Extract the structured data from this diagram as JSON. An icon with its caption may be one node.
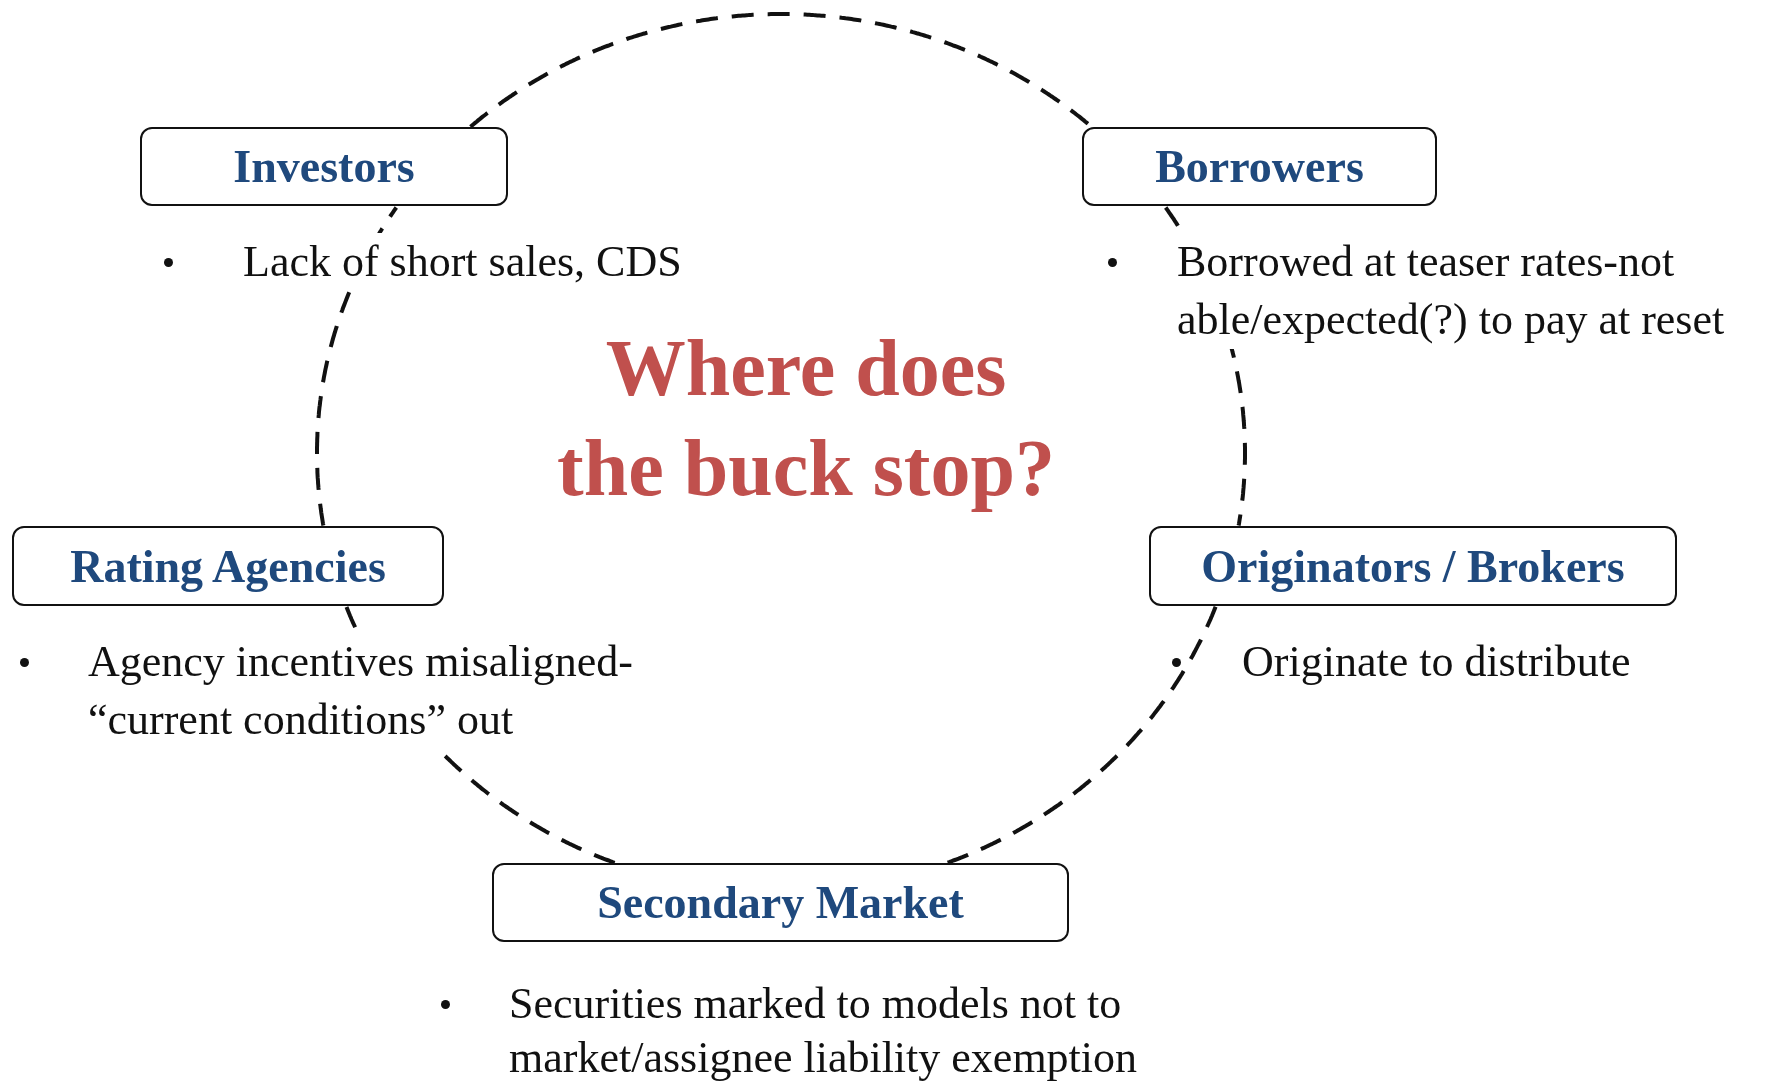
{
  "diagram": {
    "title": "Where does the buck stop?",
    "nodes": [
      {
        "text": [
          "Investors"
        ],
        "beside": [
          "Lack of short sales, CDS"
        ]
      },
      {
        "text": [
          "Borrowers"
        ],
        "beside": [
          "Borrowed at teaser rates-not able/expected(?) to pay at reset"
        ]
      },
      {
        "text": [
          "Rating Agencies"
        ],
        "beside": [
          "Agency incentives misaligned- “current conditions” out"
        ]
      },
      {
        "text": [
          "Originators / Brokers"
        ],
        "beside": [
          "Originate to distribute"
        ]
      },
      {
        "text": [
          "Secondary Market"
        ],
        "beside": [
          "Securities marked to models not to market/assignee liability exemption"
        ]
      }
    ],
    "edges": [
      {
        "from": 0,
        "to": 1,
        "arrow": "none",
        "style": "dashed"
      },
      {
        "from": 1,
        "to": 3,
        "arrow": "none",
        "style": "dashed"
      },
      {
        "from": 3,
        "to": 4,
        "arrow": "none",
        "style": "dashed"
      },
      {
        "from": 4,
        "to": 2,
        "arrow": "none",
        "style": "dashed"
      },
      {
        "from": 2,
        "to": 0,
        "arrow": "none",
        "style": "dashed"
      }
    ]
  }
}
